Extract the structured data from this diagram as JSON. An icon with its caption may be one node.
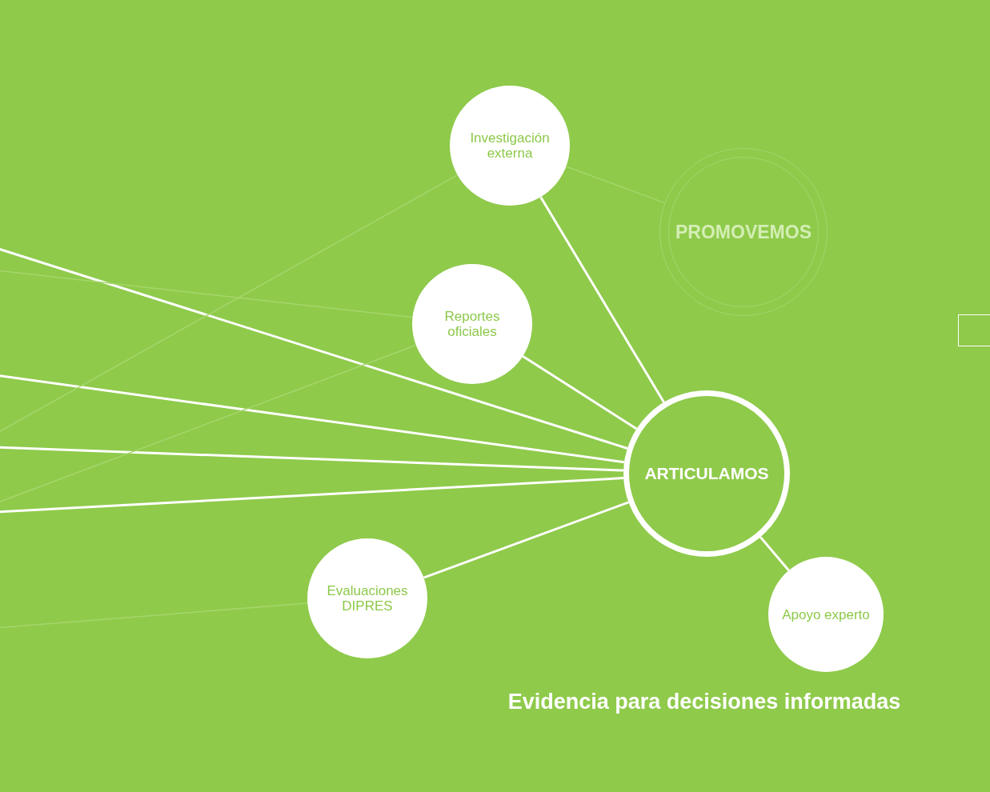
{
  "diagram": {
    "title": "Evidencia para decisiones informadas",
    "nodes": [
      {
        "text": [
          "Investigación externa"
        ]
      },
      {
        "text": [
          "PROMOVEMOS"
        ]
      },
      {
        "text": [
          "Reportes oficiales"
        ]
      },
      {
        "text": [
          "ARTICULAMOS"
        ]
      },
      {
        "text": [
          "Evaluaciones DIPRES"
        ]
      },
      {
        "text": [
          "Apoyo experto"
        ]
      }
    ],
    "edges": [
      {
        "from": 0,
        "to": 3,
        "arrow": "none"
      },
      {
        "from": 2,
        "to": 3,
        "arrow": "none"
      },
      {
        "from": 4,
        "to": 3,
        "arrow": "none"
      },
      {
        "from": 3,
        "to": 5,
        "arrow": "none"
      },
      {
        "from": null,
        "to": 3,
        "arrow": "none"
      },
      {
        "from": null,
        "to": 3,
        "arrow": "none"
      },
      {
        "from": null,
        "to": 3,
        "arrow": "none"
      },
      {
        "from": null,
        "to": 3,
        "arrow": "none"
      },
      {
        "from": 0,
        "to": 1,
        "arrow": "none",
        "color": "#a6d66c"
      },
      {
        "from": null,
        "to": 0,
        "arrow": "none",
        "color": "#a6d66c"
      },
      {
        "from": null,
        "to": 2,
        "arrow": "none",
        "color": "#a6d66c"
      },
      {
        "from": null,
        "to": 2,
        "arrow": "none",
        "color": "#a6d66c"
      },
      {
        "from": null,
        "to": 4,
        "arrow": "none",
        "color": "#a6d66c"
      }
    ]
  }
}
